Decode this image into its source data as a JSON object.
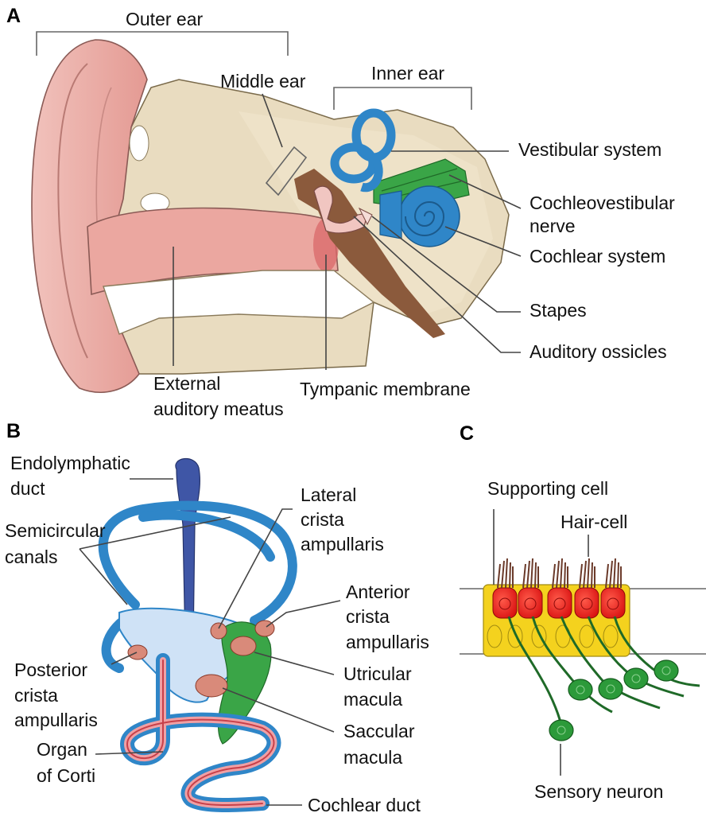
{
  "panels": {
    "a": "A",
    "b": "B",
    "c": "C"
  },
  "panel_a": {
    "outer_ear": "Outer ear",
    "middle_ear": "Middle ear",
    "inner_ear": "Inner ear",
    "vestibular_system": "Vestibular system",
    "cochleovestibular_nerve": [
      "Cochleovestibular",
      "nerve"
    ],
    "cochlear_system": "Cochlear system",
    "stapes": "Stapes",
    "auditory_ossicles": "Auditory ossicles",
    "external_auditory_meatus": [
      "External",
      "auditory meatus"
    ],
    "tympanic_membrane": "Tympanic membrane"
  },
  "panel_b": {
    "endolymphatic_duct": [
      "Endolymphatic",
      "duct"
    ],
    "semicircular_canals": [
      "Semicircular",
      "canals"
    ],
    "lateral_crista": [
      "Lateral",
      "crista",
      "ampullaris"
    ],
    "anterior_crista": [
      "Anterior",
      "crista",
      "ampullaris"
    ],
    "posterior_crista": [
      "Posterior",
      "crista",
      "ampullaris"
    ],
    "utricular_macula": [
      "Utricular",
      "macula"
    ],
    "saccular_macula": [
      "Saccular",
      "macula"
    ],
    "organ_of_corti": [
      "Organ",
      "of Corti"
    ],
    "cochlear_duct": "Cochlear duct"
  },
  "panel_c": {
    "supporting_cell": "Supporting cell",
    "hair_cell": "Hair-cell",
    "sensory_neuron": "Sensory neuron"
  },
  "colors": {
    "skin": "#eaa9a4",
    "bone": "#e9dcc0",
    "vestibular": "#2f86c8",
    "nerve": "#2c9a3a",
    "hair_cell": "#e01b1b",
    "supporting": "#f4d21e",
    "duct": "#3f56a6"
  }
}
